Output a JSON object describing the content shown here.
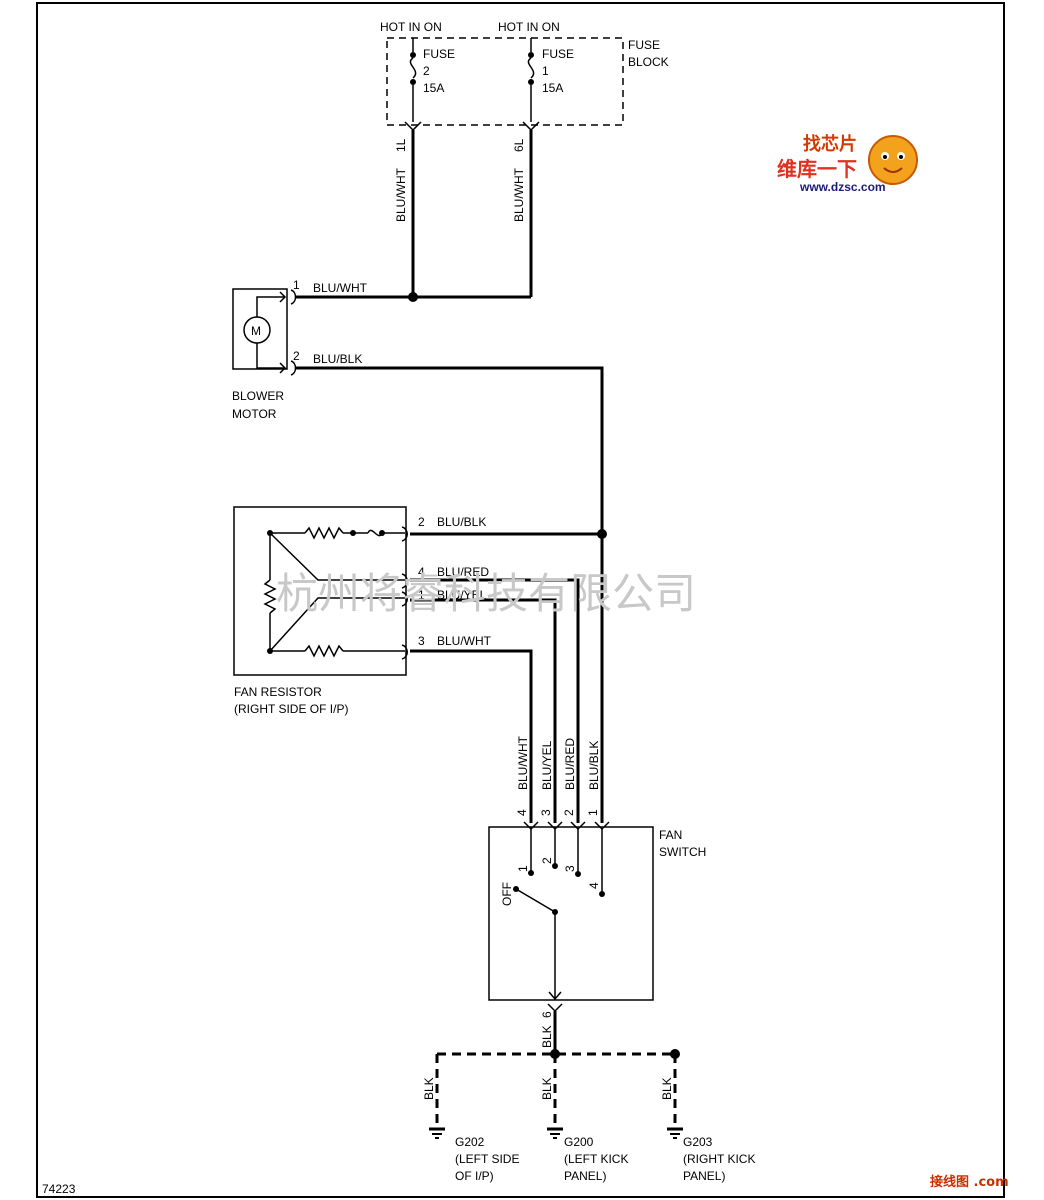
{
  "fuse_block": {
    "label_line1": "FUSE",
    "label_line2": "BLOCK",
    "hot_left": "HOT IN ON",
    "hot_right": "HOT IN ON",
    "fuse_left": [
      "FUSE",
      "2",
      "15A"
    ],
    "fuse_right": [
      "FUSE",
      "1",
      "15A"
    ],
    "pin_left": "1L",
    "pin_right": "6L"
  },
  "wires": {
    "fuse2_out": "BLU/WHT",
    "fuse1_out": "BLU/WHT",
    "motor_pin1": "BLU/WHT",
    "motor_pin2": "BLU/BLK",
    "res_pin2": "BLU/BLK",
    "res_pin4": "BLU/RED",
    "res_pin1": "BLU/YEL",
    "res_pin3": "BLU/WHT",
    "sw_a": "BLU/WHT",
    "sw_b": "BLU/YEL",
    "sw_c": "BLU/RED",
    "sw_d": "BLU/BLK",
    "ground_main": "BLK",
    "ground_left": "BLK",
    "ground_mid": "BLK",
    "ground_right": "BLK"
  },
  "blower_motor": {
    "label_line1": "BLOWER",
    "label_line2": "MOTOR",
    "symbol": "M",
    "pin1": "1",
    "pin2": "2"
  },
  "fan_resistor": {
    "label_line1": "FAN RESISTOR",
    "label_line2": "(RIGHT SIDE OF I/P)",
    "pins": [
      "2",
      "4",
      "1",
      "3"
    ]
  },
  "fan_switch": {
    "label_line1": "FAN",
    "label_line2": "SWITCH",
    "connector_pins": [
      "4",
      "3",
      "2",
      "1"
    ],
    "positions": [
      "1",
      "2",
      "3",
      "4"
    ],
    "off_label": "OFF",
    "ground_pin": "6"
  },
  "grounds": {
    "g202": [
      "G202",
      "(LEFT SIDE",
      "OF I/P)"
    ],
    "g200": [
      "G200",
      "(LEFT KICK",
      "PANEL)"
    ],
    "g203": [
      "G203",
      "(RIGHT KICK",
      "PANEL)"
    ]
  },
  "figure_number": "74223",
  "watermark": "杭州将睿科技有限公司",
  "logo": {
    "line1": "维库一下",
    "line2": "www.dzsc.com",
    "badge": "找芯片"
  },
  "corner_mark": "接线图 .com"
}
